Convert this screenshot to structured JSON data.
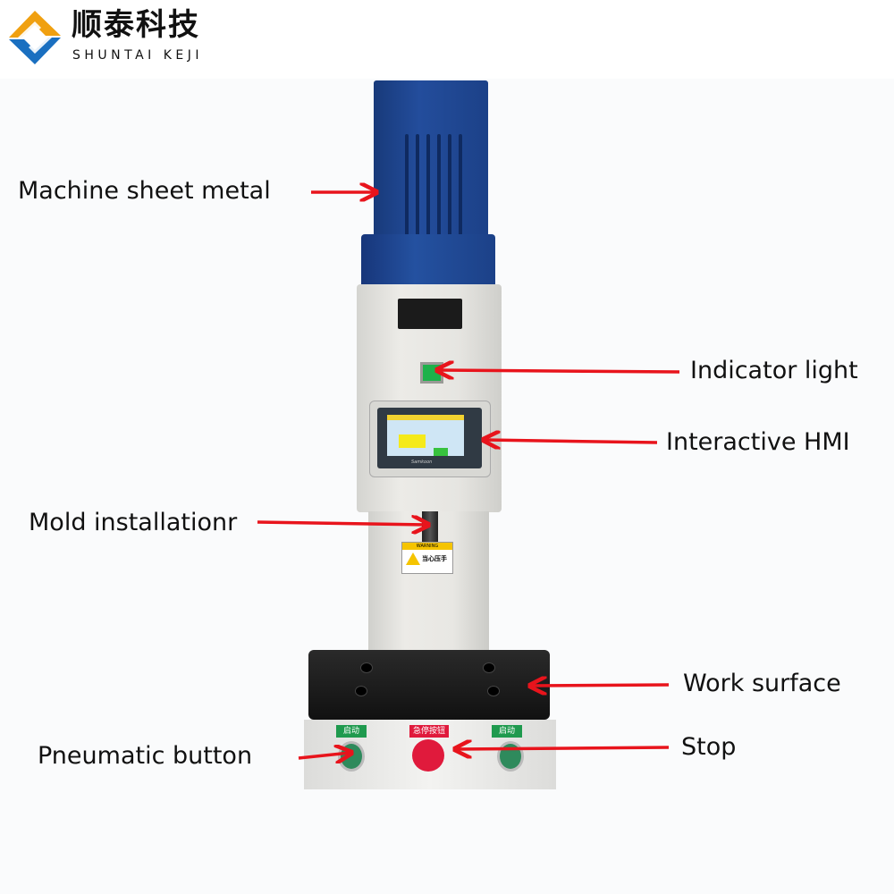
{
  "logo": {
    "chinese": "顺泰科技",
    "english": "SHUNTAI KEJI"
  },
  "labels": {
    "sheet_metal": "Machine sheet metal",
    "indicator_light": "Indicator light",
    "hmi": "Interactive HMI",
    "mold": "Mold installationr",
    "work_surface": "Work surface",
    "pneumatic": "Pneumatic button",
    "stop": "Stop"
  },
  "machine": {
    "start_left": "启动",
    "start_right": "启动",
    "emergency_stop": "急停按钮",
    "warning_header": "WARNING",
    "warning_text": "当心压手",
    "hmi_brand": "Samkoon"
  },
  "colors": {
    "arrow": "#e8141c",
    "blue": "#234d9c",
    "green_tag": "#1f9a4e",
    "red_tag": "#e01a3c"
  }
}
